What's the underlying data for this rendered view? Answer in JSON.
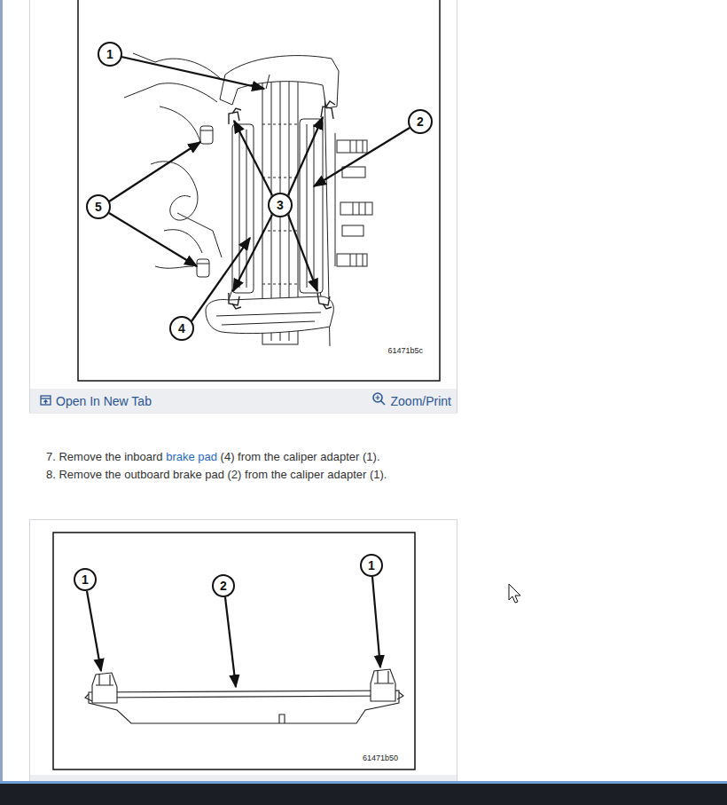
{
  "diagram": {
    "labels": [
      "1",
      "2",
      "3",
      "5",
      "4",
      "61471b5c",
      "Open In New Tab",
      "Zoom/Print",
      "7. Remove the inboard",
      "brake pad",
      "(4) from the caliper adapter (1).",
      "8. Remove the outboard brake pad (2) from the caliper adapter (1).",
      "1",
      "2",
      "1",
      "61471b50"
    ]
  }
}
